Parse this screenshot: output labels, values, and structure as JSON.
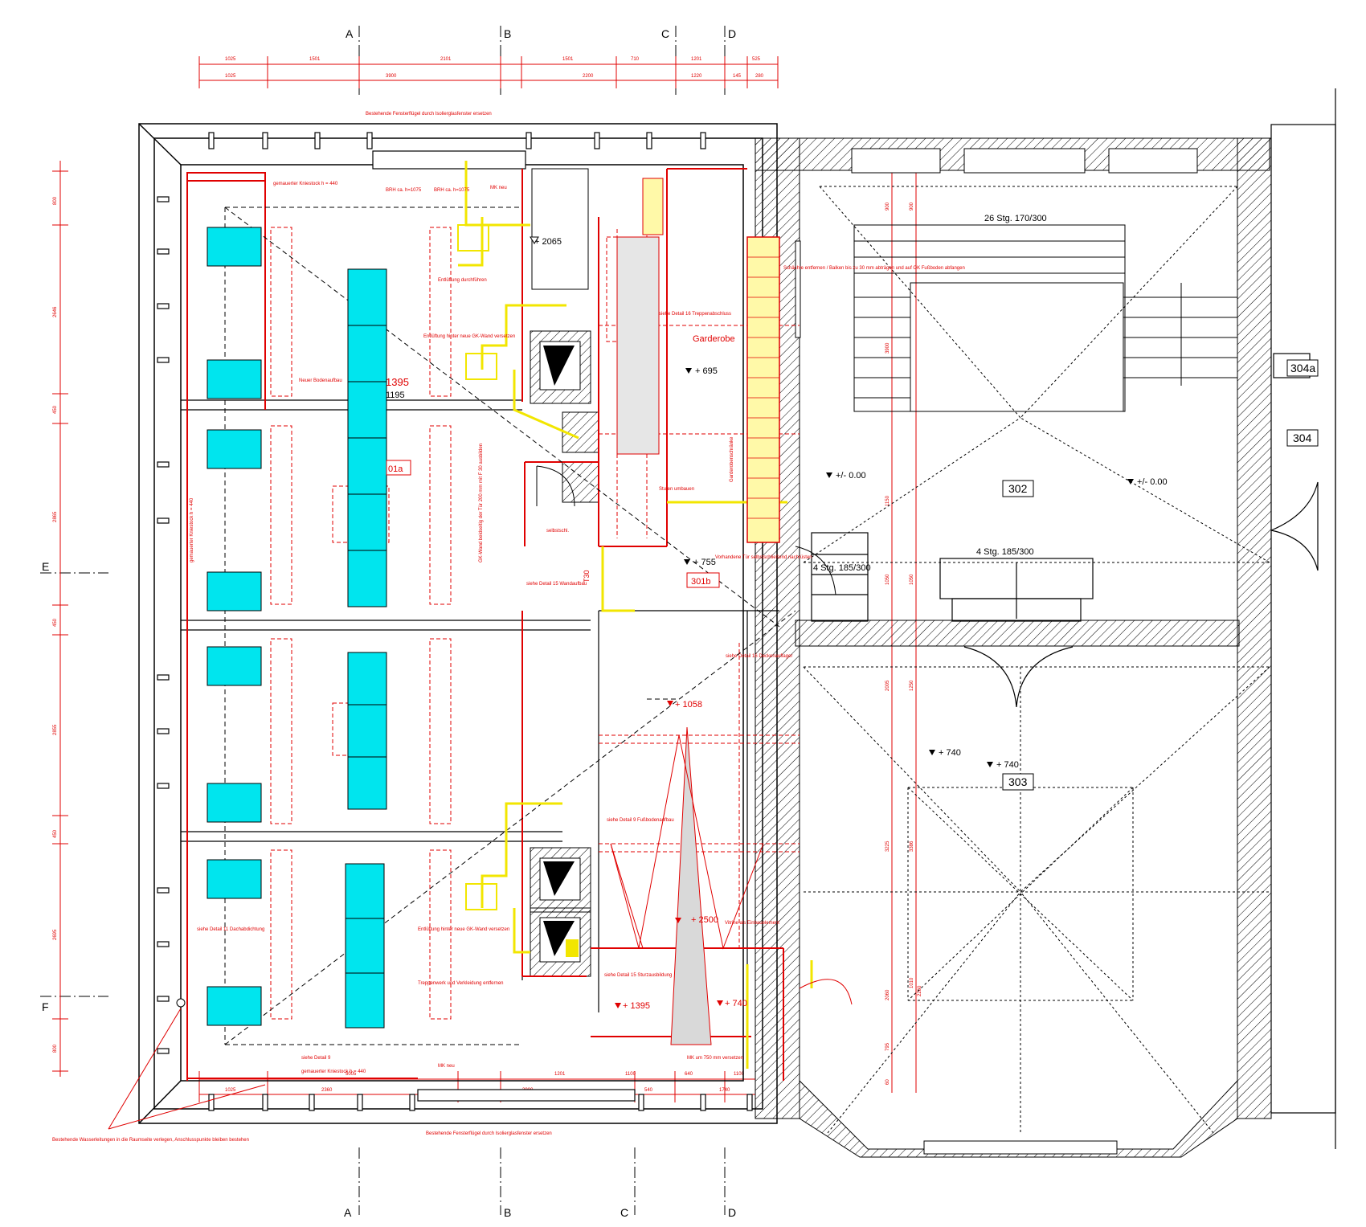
{
  "colors": {
    "wall_hatch": "#000000",
    "new_construction": "#e00000",
    "furniture_cyan": "#00e5ee",
    "ventilation_yellow": "#f2e600",
    "light_fill": "#e6e6e6",
    "background": "#ffffff"
  },
  "axes": {
    "A": "A",
    "B": "B",
    "C": "C",
    "D": "D",
    "E": "E",
    "F": "F"
  },
  "dims": {
    "top1": [
      "1025",
      "1501",
      "2101",
      "1501",
      "710",
      "1201",
      "525"
    ],
    "top2": [
      "1025",
      "3900",
      "2200",
      "1220",
      "145",
      "280"
    ],
    "bot1": [
      "5005",
      "1201",
      "1100",
      "640",
      "1100"
    ],
    "bot2": [
      "1025",
      "2360",
      "3900",
      "540",
      "1740"
    ],
    "left": [
      "800",
      "2646",
      "450",
      "2865",
      "450",
      "2855",
      "450",
      "2695",
      "800"
    ],
    "right_stair": [
      "60",
      "60",
      "900",
      "900",
      "3900",
      "1150",
      "1050",
      "1050",
      "2005",
      "1250",
      "3225",
      "3386",
      "2060",
      "1010",
      "2260",
      "795",
      "60"
    ]
  },
  "rooms": {
    "r304a": "304a",
    "r304": "304",
    "r302": "302",
    "r303": "303",
    "r301b": "301b",
    "r301a": "01a"
  },
  "stairs": {
    "main": "26 Stg. 170/300",
    "small": "4 Stg. 185/300",
    "small2": "4 Stg. 185/300"
  },
  "levels": {
    "l2065": "+ 2065",
    "l695": "+ 695",
    "l000a": "+/- 0.00",
    "l000b": "+/- 0.00",
    "l755": "+ 755",
    "l1058": "+ 1058",
    "l740a": "+ 740",
    "l740b": "+ 740",
    "l2500": "+ 2500",
    "l1395": "+ 1395",
    "l740c": "+ 740",
    "l1395b": "1395",
    "l1195": "1195"
  },
  "labels": {
    "garderobe": "Garderobe",
    "t30": "T30",
    "top_note": "Bestehende Fensterflügel durch Isolierglasfenster ersetzen",
    "bot_note": "Bestehende Fensterflügel durch Isolierglasfenster ersetzen",
    "knie_top": "gemauerter Kniestock h = 440",
    "knie_bot": "gemauerter Kniestock h = 440",
    "knie_left": "gemauerter Kniestock h = 440",
    "brh1": "BRH ca. h=1075",
    "brh2": "BRH ca. h=1075",
    "mk": "MK neu",
    "mk2": "MK neu",
    "vorhandene": "Vorhandene Tür selbstschließend nachrüsten",
    "garderobenschrank": "Garderobenschränke",
    "detail16": "siehe Detail 16 Deckenauflager",
    "detail15a": "siehe Detail 15 Wandaufbau",
    "detail15b": "siehe Detail 15 Sturzausbildung",
    "detail9": "siehe Detail 9",
    "detail9b": "siehe Detail 9 Fußbodenaufbau",
    "detail11": "siehe Detail 11 Dachabdichtung",
    "detail18": "siehe Detail 16 Treppenabschluss",
    "boden": "Neuer Bodenaufbau",
    "gk": "GK-Wand beidseitig der Tür 200 mm mit F 30 ausbilden",
    "entlueft1": "Entlüftung durchführen",
    "entlueft2": "Entlüftung hinter neue GK-Wand versetzen",
    "entlueft3": "Entlüftung hinter neue GK-Wand versetzen",
    "vitrine": "Vitrine als Einbauelement",
    "wasser": "Bestehende Wasserleitungen in die Raumseite verlegen, Anschlusspunkte bleiben bestehen",
    "schacht": "Schächte entfernen / Balken bis zu 30 mm abträgen und auf OK Fußboden abfangen",
    "treppe": "Treppenwerk und Verkleidung entfernen",
    "stufen": "Stufen umbauen",
    "selbstz": "selbstschl.",
    "mk750": "MK um 750 mm versetzen"
  }
}
